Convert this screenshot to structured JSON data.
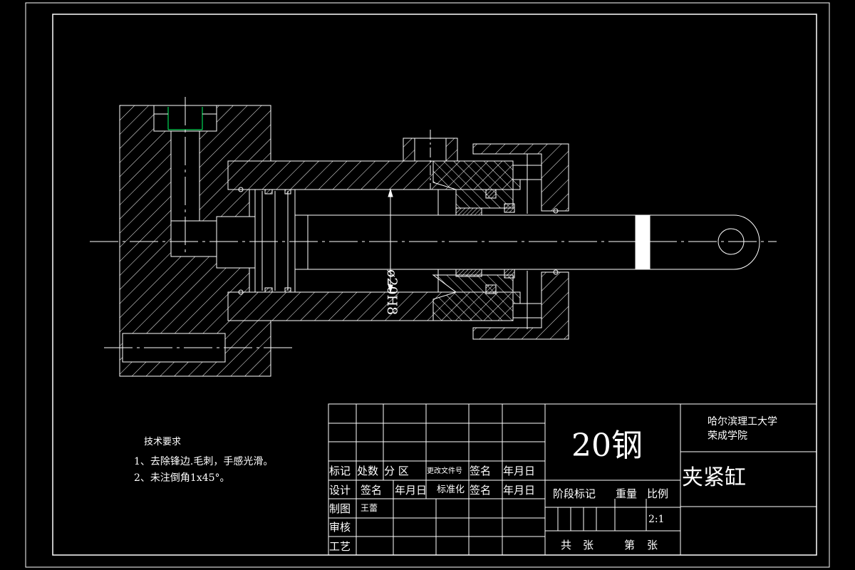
{
  "drawing": {
    "dimension_label": "ø20H8",
    "tech_requirements": {
      "title": "技术要求",
      "items": [
        "1、去除锋边.毛刺，手感光滑。",
        "2、未注倒角1x45°。"
      ]
    }
  },
  "title_block": {
    "material": "20钢",
    "university_line1": "哈尔滨理工大学",
    "university_line2": "荣成学院",
    "drawing_name": "夹紧缸",
    "header_row": [
      "标记",
      "处数",
      "分 区",
      "更改文件号",
      "签名",
      "年月日"
    ],
    "design_row": [
      "设计",
      "签名",
      "年月日",
      "标准化",
      "签名",
      "年月日"
    ],
    "draw_label": "制图",
    "drawer_name": "王蕾",
    "review_label": "审核",
    "process_label": "工艺",
    "stage_label": "阶段标记",
    "weight_label": "重量",
    "scale_label": "比例",
    "scale_value": "2:1",
    "total_label": "共",
    "sheet_unit_1": "张",
    "sheet_label": "第",
    "sheet_unit_2": "张"
  },
  "colors": {
    "line": "#ffffff",
    "center": "#ffffff",
    "accent": "#00ff66",
    "background": "#000000"
  }
}
